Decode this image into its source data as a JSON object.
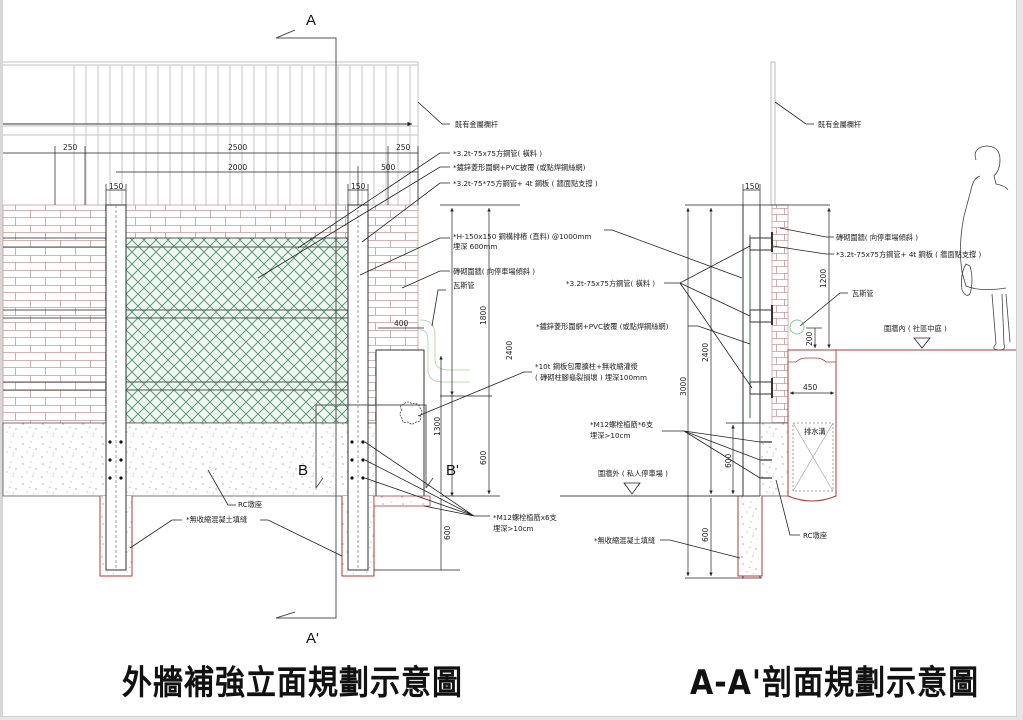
{
  "titles": {
    "elevation": "外牆補強立面規劃示意圖",
    "section": "A-A'剖面規劃示意圖"
  },
  "section_marks": {
    "a_top": "A",
    "a_bottom": "A'",
    "b": "B",
    "b_prime": "B'"
  },
  "colors": {
    "brick_line": "#c28c8c",
    "mesh": "#3b8a5a",
    "mesh_fill": "#e6f2ea",
    "concrete_outline": "#b23a3a",
    "line": "#222222",
    "railing": "#cccccc",
    "gas_pipe": "#a6cfa8"
  },
  "elevation": {
    "dims": {
      "top_250_left": "250",
      "top_2500": "2500",
      "top_250_right": "250",
      "top_2000": "2000",
      "top_500": "500",
      "post_150_left": "150",
      "post_150_right": "150",
      "opening_400": "400",
      "h_1800": "1800",
      "h_2400": "2400",
      "h_1300": "1300",
      "h_600_upper": "600",
      "h_600_lower": "600"
    },
    "labels": {
      "railing": "既有金屬欄杆",
      "rail_tube": "*3.2t-75x75方鋼管( 橫料 )",
      "mesh": "*鍍鋅菱形圍網+PVC披覆 (或點焊鋼絲網)",
      "tube_plate": "*3.2t-75*75方鋼管+ 4t 鋼板 ( 牆面點支撐 )",
      "h_beam_line1": "*H-150x150 鋼構排樁 (直料) @1000mm",
      "h_beam_line2": "埋深 600mm",
      "brick_wall": "磚砌圍牆( 向停車場傾斜 )",
      "gas_pipe": "瓦斯管",
      "steel_wrap_line1": "*10t 鋼板包覆擴柱+無收縮灌漿",
      "steel_wrap_line2": "( 磚砌柱腳龜裂損壞 ) 埋深100mm",
      "rc_base": "RC墩座",
      "grout": "*無收縮混凝土填縫",
      "bolts_line1": "*M12螺栓植筋x6支",
      "bolts_line2": "埋深>10cm"
    }
  },
  "section": {
    "dims": {
      "w_150": "150",
      "h_1200": "1200",
      "h_200": "200",
      "w_450": "450",
      "h_2400": "2400",
      "h_3000": "3000",
      "h_600_upper": "600",
      "h_600_lower": "600"
    },
    "labels": {
      "railing": "既有金屬欄杆",
      "brick_wall": "磚砌圍牆( 向停車場傾斜 )",
      "tube_plate": "*3.2t-75x75方鋼管+ 4t 鋼板 ( 牆面點支撐 )",
      "gas_pipe": "瓦斯管",
      "inside": "圍牆內 ( 社區中庭 )",
      "rail_tube": "*3.2t-75x75方鋼管( 橫料 )",
      "mesh": "*鍍鋅菱形圍網+PVC披覆 (或點焊鋼絲網)",
      "drain": "排水溝",
      "bolts_line1": "*M12螺栓植筋*6支",
      "bolts_line2": "埋深>10cm",
      "outside": "圍牆外 ( 私人停車場 )",
      "grout": "*無收縮混凝土填縫",
      "rc_base": "RC墩座"
    }
  }
}
